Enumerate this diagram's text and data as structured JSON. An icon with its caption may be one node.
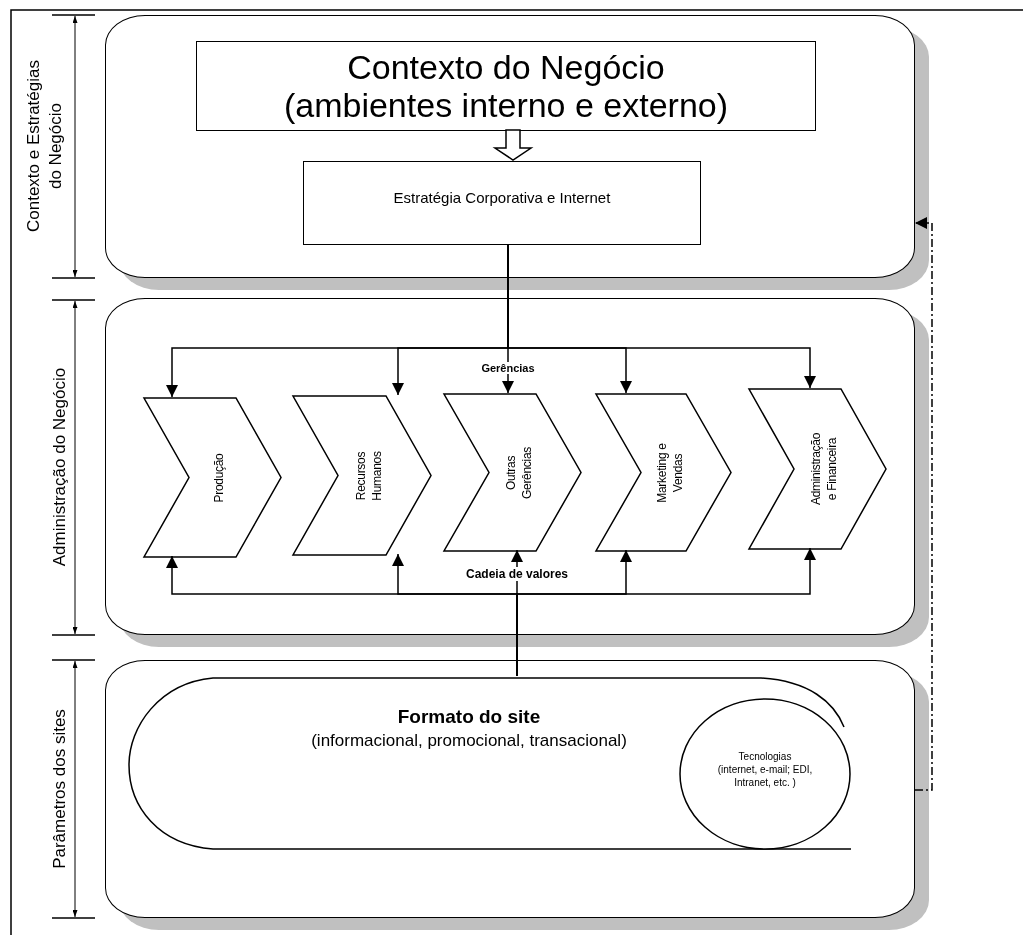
{
  "diagram": {
    "nodes": [
      {
        "text": [],
        "shape": "box"
      },
      {
        "text": [
          "Contexto do Negócio",
          "(ambientes interno e externo)"
        ],
        "in": 0
      },
      {
        "text": [
          "Estratégia Corporativa e Internet"
        ],
        "in": 0
      },
      {
        "text": [],
        "shape": "box"
      },
      {
        "text": [
          "Produção"
        ],
        "in": 3
      },
      {
        "text": [
          "Recursos Humanos"
        ],
        "in": 3
      },
      {
        "text": [
          "Outras Gerências"
        ],
        "in": 3
      },
      {
        "text": [
          "Marketing e Vendas"
        ],
        "in": 3
      },
      {
        "text": [
          "Administração e Financeira"
        ],
        "in": 3
      },
      {
        "text": [],
        "shape": "box"
      },
      {
        "text": [
          "Formato do site",
          "(informacional, promocional, transacional)"
        ],
        "in": 9
      },
      {
        "text": [
          "Tecnologias",
          "(internet, e-mail; EDI, Intranet, etc. )"
        ],
        "in": 10
      }
    ],
    "edges": [
      {
        "from": 1,
        "to": 2,
        "arrow": "to",
        "style": "thick"
      },
      {
        "from": 2,
        "to": 4,
        "arrow": "to"
      },
      {
        "from": 2,
        "to": 5,
        "arrow": "to"
      },
      {
        "from": 2,
        "to": 6,
        "arrow": "to",
        "label": "Gerências"
      },
      {
        "from": 2,
        "to": 7,
        "arrow": "to"
      },
      {
        "from": 2,
        "to": 8,
        "arrow": "to"
      },
      {
        "from": 10,
        "to": 4,
        "arrow": "to"
      },
      {
        "from": 10,
        "to": 5,
        "arrow": "to"
      },
      {
        "from": 10,
        "to": 6,
        "arrow": "to",
        "label": "Cadeia de valores"
      },
      {
        "from": 10,
        "to": 7,
        "arrow": "to"
      },
      {
        "from": 10,
        "to": 8,
        "arrow": "to"
      },
      {
        "from": 9,
        "to": 0,
        "arrow": "to",
        "style": "dashed"
      }
    ],
    "labels": [
      "Contexto e Estratégias do Negócio",
      "Administração do Negócio",
      "Parâmetros dos sites"
    ]
  }
}
